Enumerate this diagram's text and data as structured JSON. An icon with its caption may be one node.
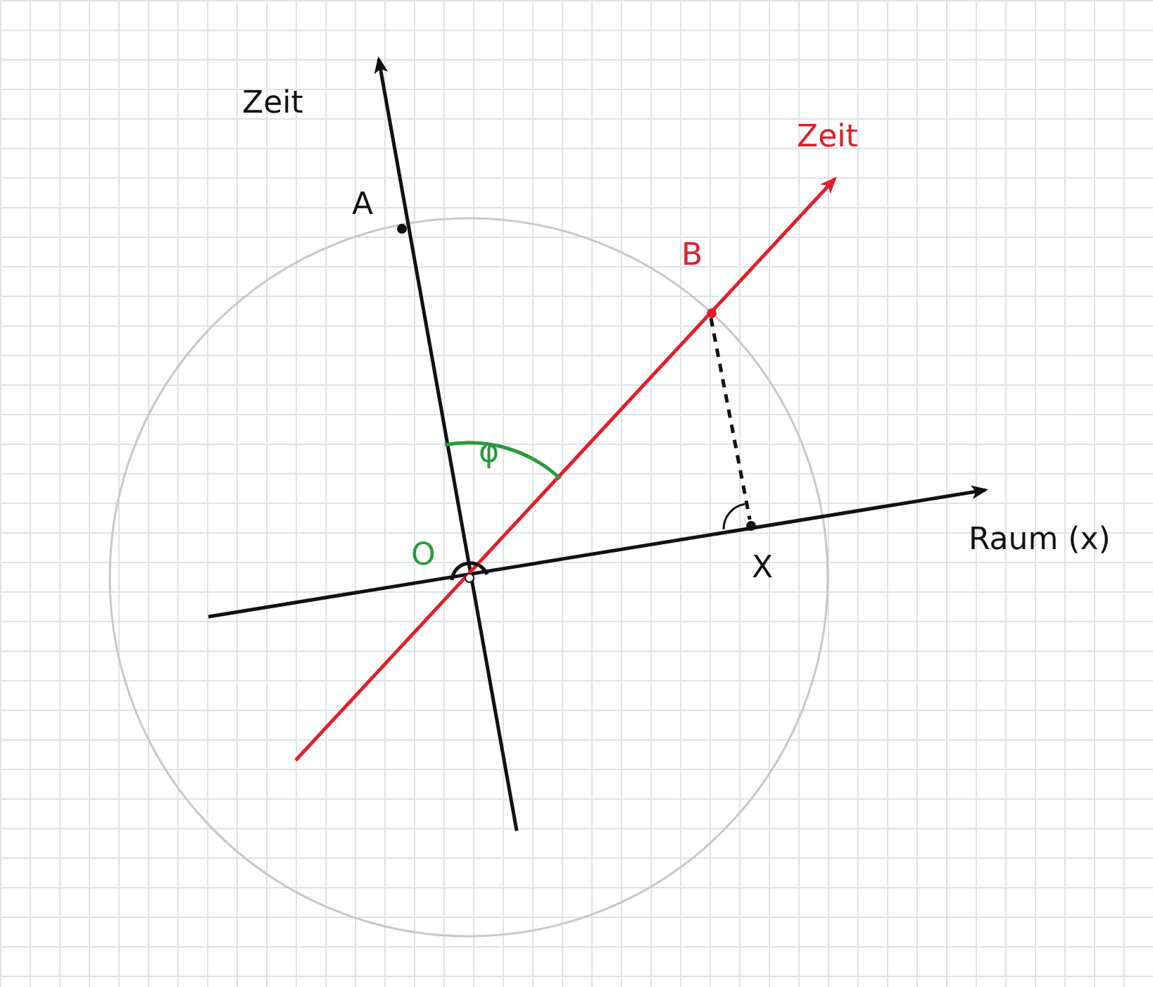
{
  "diagram": {
    "nodes": [
      {
        "text": [
          "A"
        ]
      },
      {
        "text": [
          "B"
        ]
      },
      {
        "text": [
          "O"
        ]
      },
      {
        "text": [
          "X"
        ]
      }
    ],
    "edges": [
      {
        "from": 1,
        "to": 3,
        "arrow": "none",
        "style": "dashed"
      }
    ],
    "labels": [
      "Zeit",
      "Zeit",
      "φ",
      "Raum (x)"
    ]
  }
}
